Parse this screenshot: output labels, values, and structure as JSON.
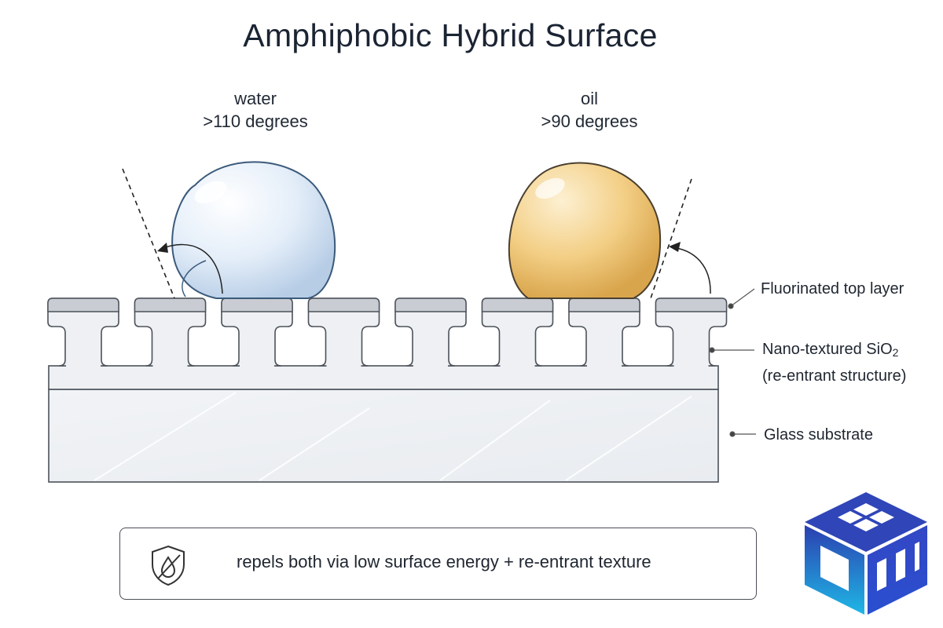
{
  "title": "Amphiphobic Hybrid Surface",
  "water": {
    "name": "water",
    "angle": ">110 degrees"
  },
  "oil": {
    "name": "oil",
    "angle": ">90 degrees"
  },
  "layers": {
    "top": "Fluorinated top layer",
    "nano_line1": "Nano-textured SiO",
    "nano_sub": "2",
    "nano_line2": "(re-entrant structure)",
    "glass": "Glass substrate"
  },
  "caption": "repels both via low surface energy + re-entrant texture",
  "colors": {
    "water_fill": "#dbe8f6",
    "water_edge": "#3b5a7a",
    "oil_fill": "#f2c878",
    "oil_edge": "#4a4030",
    "surface": "#eef0f3",
    "cap": "#c9ccd2",
    "logo_blue": "#2f45b8",
    "logo_cyan": "#1fb8e6"
  },
  "icons": [
    "shield-no-drop-icon",
    "cube-logo-icon"
  ]
}
